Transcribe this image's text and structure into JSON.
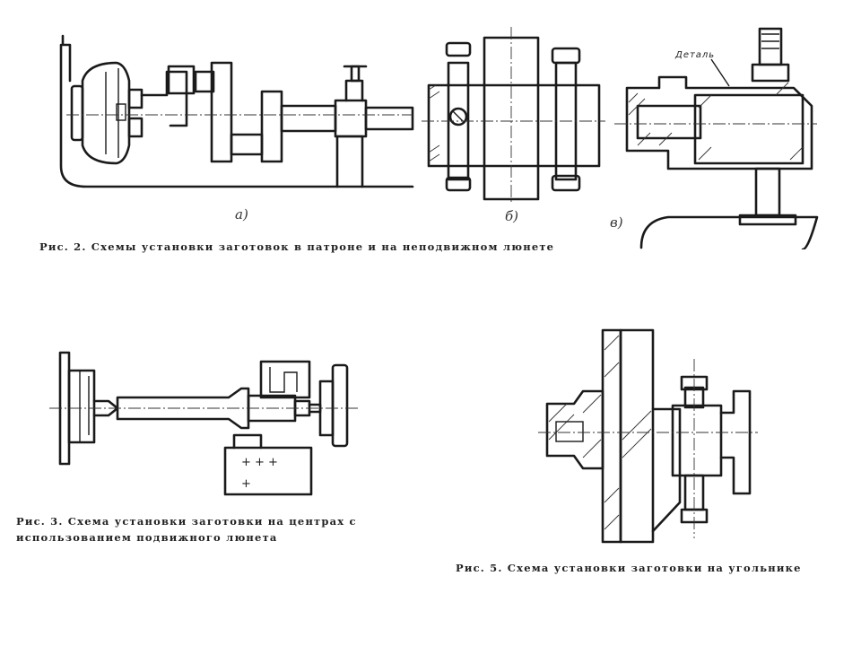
{
  "figure2": {
    "label_a": "а)",
    "label_b": "б)",
    "label_v": "в)",
    "part_label": "Деталь",
    "caption": "Рис. 2. Схемы установки заготовок в патроне и на неподвижном люнете"
  },
  "figure3": {
    "caption_line1": "Рис. 3. Схема установки заготовки на центрах с",
    "caption_line2": "использованием подвижного люнета"
  },
  "figure5": {
    "caption": "Рис. 5. Схема установки заготовки на угольнике"
  }
}
